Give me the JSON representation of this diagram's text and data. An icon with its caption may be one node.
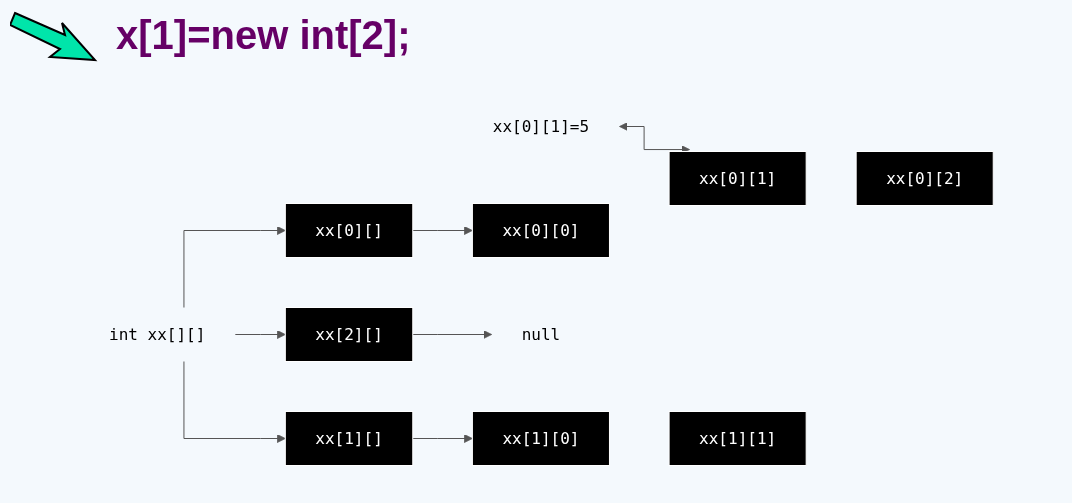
{
  "diagram": {
    "title": "x[1]=new int[2];",
    "nodes": [
      {
        "text": [
          "int xx[][]"
        ]
      },
      {
        "text": [
          "xx[0][]"
        ]
      },
      {
        "text": [
          "xx[0][0]"
        ]
      },
      {
        "text": [
          "xx[0][1]"
        ]
      },
      {
        "text": [
          "xx[0][2]"
        ]
      },
      {
        "text": [
          "xx[1][]"
        ]
      },
      {
        "text": [
          "xx[1][0]"
        ]
      },
      {
        "text": [
          "xx[1][1]"
        ]
      },
      {
        "text": [
          "xx[2][]"
        ]
      },
      {
        "text": [
          "null"
        ]
      },
      {
        "text": [
          "xx[0][1]=5"
        ]
      }
    ],
    "edges": [
      {
        "from": 0,
        "to": 1,
        "arrow": "to"
      },
      {
        "from": 0,
        "to": 5,
        "arrow": "to"
      },
      {
        "from": 0,
        "to": 8,
        "arrow": "to"
      },
      {
        "from": 1,
        "to": 2,
        "arrow": "to"
      },
      {
        "from": 5,
        "to": 6,
        "arrow": "to"
      },
      {
        "from": 8,
        "to": 9,
        "arrow": "to"
      },
      {
        "from": 10,
        "to": 3,
        "arrow": "both"
      }
    ]
  }
}
